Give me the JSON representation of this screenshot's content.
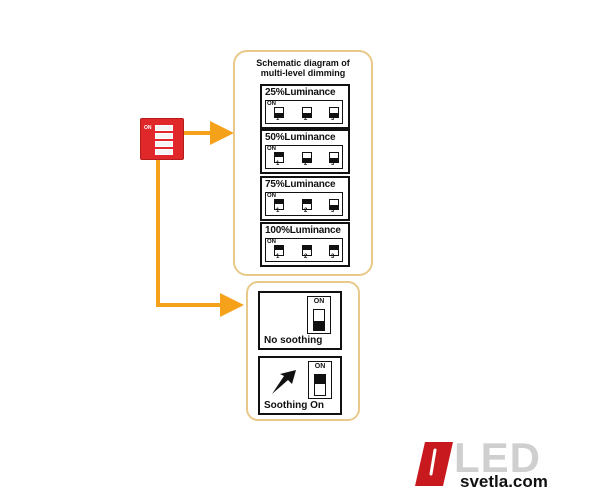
{
  "panel_top": {
    "title_line1": "Schematic diagram of",
    "title_line2": "multi-level dimming"
  },
  "luminance": [
    {
      "label": "25%Luminance",
      "on_label": "ON",
      "switch_numbers": [
        "1",
        "2",
        "3"
      ],
      "switch_states": [
        "off",
        "off",
        "off"
      ]
    },
    {
      "label": "50%Luminance",
      "on_label": "ON",
      "switch_numbers": [
        "1",
        "2",
        "3"
      ],
      "switch_states": [
        "on",
        "off",
        "off"
      ]
    },
    {
      "label": "75%Luminance",
      "on_label": "ON",
      "switch_numbers": [
        "1",
        "2",
        "3"
      ],
      "switch_states": [
        "on",
        "on",
        "off"
      ]
    },
    {
      "label": "100%Luminance",
      "on_label": "ON",
      "switch_numbers": [
        "1",
        "2",
        "3"
      ],
      "switch_states": [
        "on",
        "on",
        "on"
      ]
    }
  ],
  "soothing": {
    "off": {
      "on_label": "ON",
      "label": "No soothing",
      "state": "off"
    },
    "on": {
      "on_label": "ON",
      "label": "Soothing On",
      "state": "on"
    }
  },
  "dip_switch": {
    "on_label": "ON",
    "color": "#e0282a"
  },
  "connector_color": "#f5a11a",
  "panel_border_color": "#e8c98a",
  "logo": {
    "text": "LED",
    "subtext": "svetla.com",
    "mark_color": "#c8191e"
  }
}
